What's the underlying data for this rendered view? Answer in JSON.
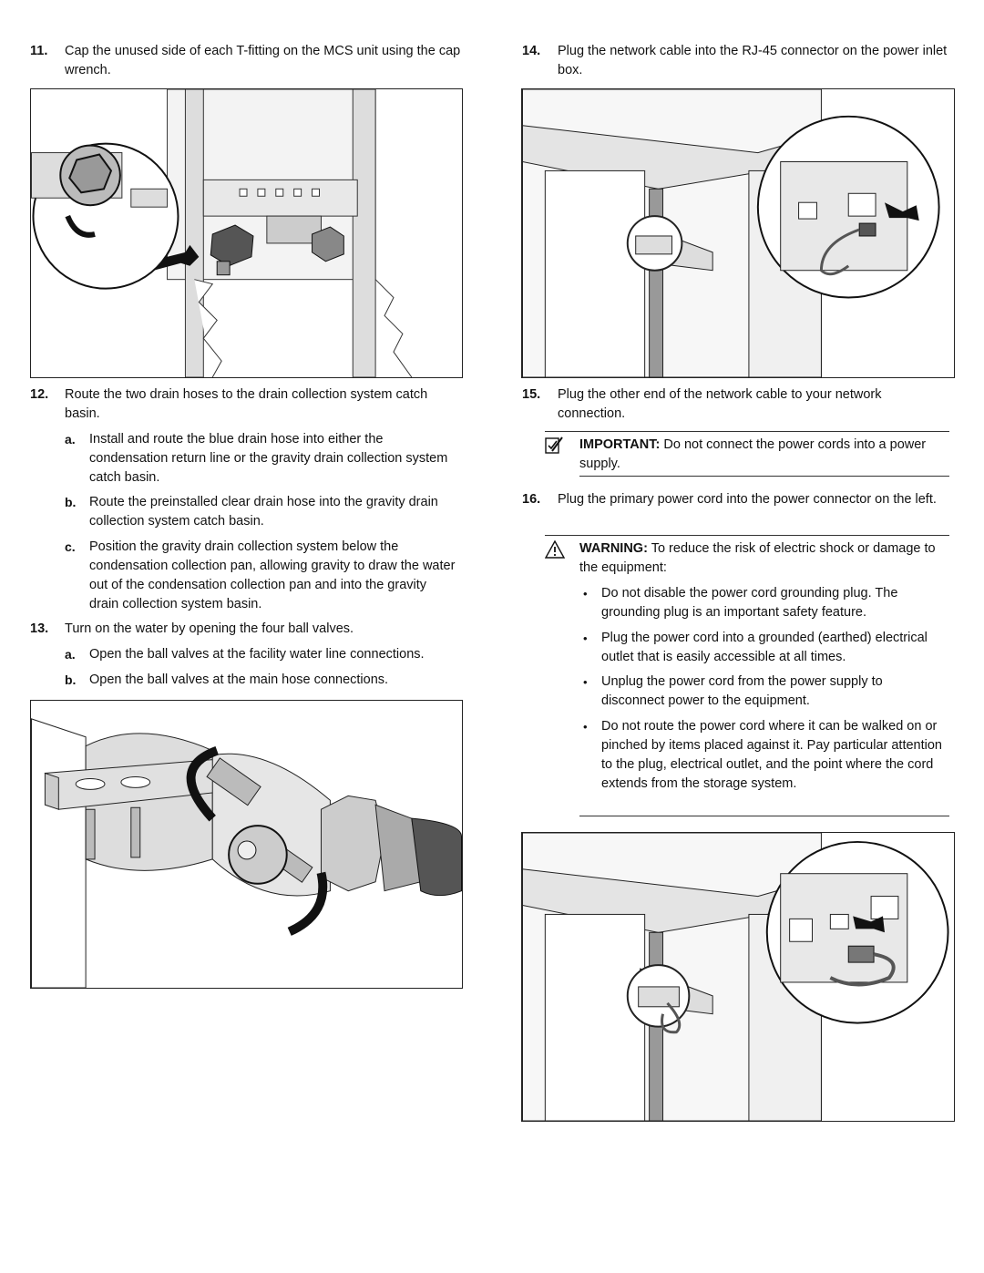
{
  "left": {
    "step11": {
      "num": "11.",
      "text": "Cap the unused side of each T-fitting on the MCS unit using the cap wrench."
    },
    "step12": {
      "num": "12.",
      "text": "Route the two drain hoses to the drain collection system catch basin."
    },
    "step12a": {
      "letter": "a.",
      "text": "Install and route the blue drain hose into either the condensation return line or the gravity drain collection system catch basin."
    },
    "step12b": {
      "letter": "b.",
      "text": "Route the preinstalled clear drain hose into the gravity drain collection system catch basin."
    },
    "step12c": {
      "letter": "c.",
      "text": "Position the gravity drain collection system below the condensation collection pan, allowing gravity to draw the water out of the condensation collection pan and into the gravity drain collection system basin."
    },
    "step13": {
      "num": "13.",
      "text": "Turn on the water by opening the four ball valves."
    },
    "step13a": {
      "letter": "a.",
      "text": "Open the ball valves at the facility water line connections."
    },
    "step13b": {
      "letter": "b.",
      "text": "Open the ball valves at the main hose connections."
    }
  },
  "right": {
    "step14": {
      "num": "14.",
      "text": "Plug the network cable into the RJ-45 connector on the power inlet box."
    },
    "step15": {
      "num": "15.",
      "text": "Plug the other end of the network cable to your network connection."
    },
    "important": {
      "label": "IMPORTANT:",
      "text": "Do not connect the power cords into a power supply."
    },
    "step16": {
      "num": "16.",
      "text": "Plug the primary power cord into the power connector on the left."
    },
    "warning": {
      "label": "WARNING:",
      "text": "To reduce the risk of electric shock or damage to the equipment:",
      "bullets": [
        "Do not disable the power cord grounding plug. The grounding plug is an important safety feature.",
        "Plug the power cord into a grounded (earthed) electrical outlet that is easily accessible at all times.",
        "Unplug the power cord from the power supply to disconnect power to the equipment.",
        "Do not route the power cord where it can be walked on or pinched by items placed against it. Pay particular attention to the plug, electrical outlet, and the point where the cord extends from the storage system."
      ]
    }
  }
}
